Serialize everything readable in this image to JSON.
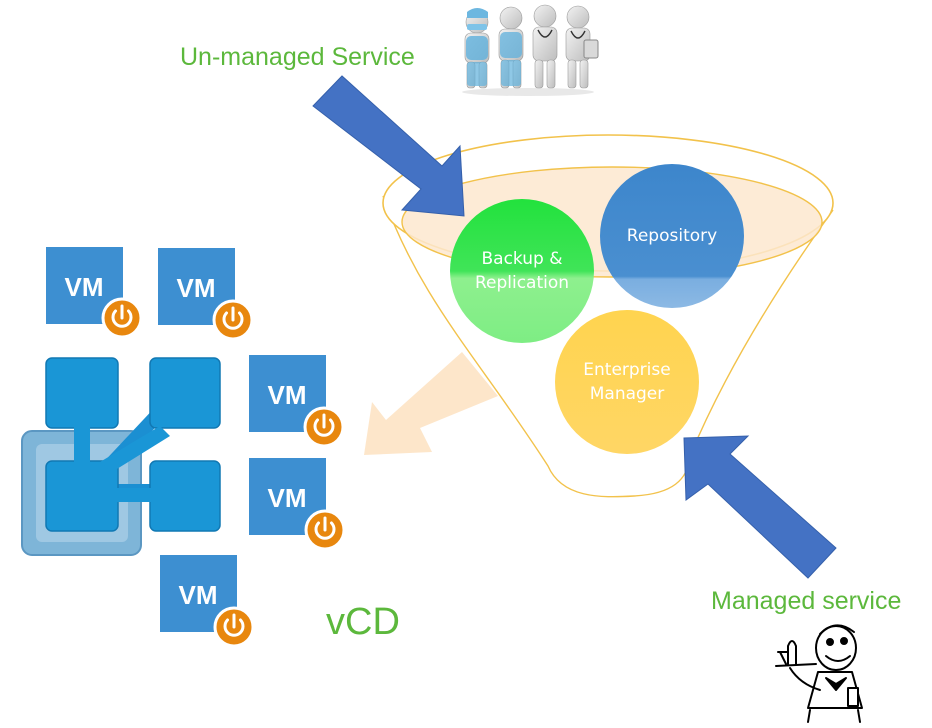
{
  "labels": {
    "unmanaged": "Un-managed Service",
    "managed": "Managed service",
    "vcd": "vCD"
  },
  "components": {
    "backup": [
      "Backup &",
      "Replication"
    ],
    "repository": "Repository",
    "enterprise": [
      "Enterprise",
      "Manager"
    ]
  },
  "vms": [
    "VM",
    "VM",
    "VM",
    "VM",
    "VM"
  ],
  "colors": {
    "label_green": "#5cb83c",
    "arrow_blue": "#4472c4",
    "vm_blue": "#3d8fd1",
    "power_orange": "#e8870e",
    "backup_green": "#2ee24a",
    "repository_blue": "#3f86cc",
    "enterprise_yellow": "#ffd24d",
    "funnel_outline": "#f2c24b",
    "vcd_blue": "#1a8fd4"
  },
  "icons": [
    "people-group-icon",
    "waiter-icon",
    "power-icon",
    "vcd-logo-icon"
  ]
}
